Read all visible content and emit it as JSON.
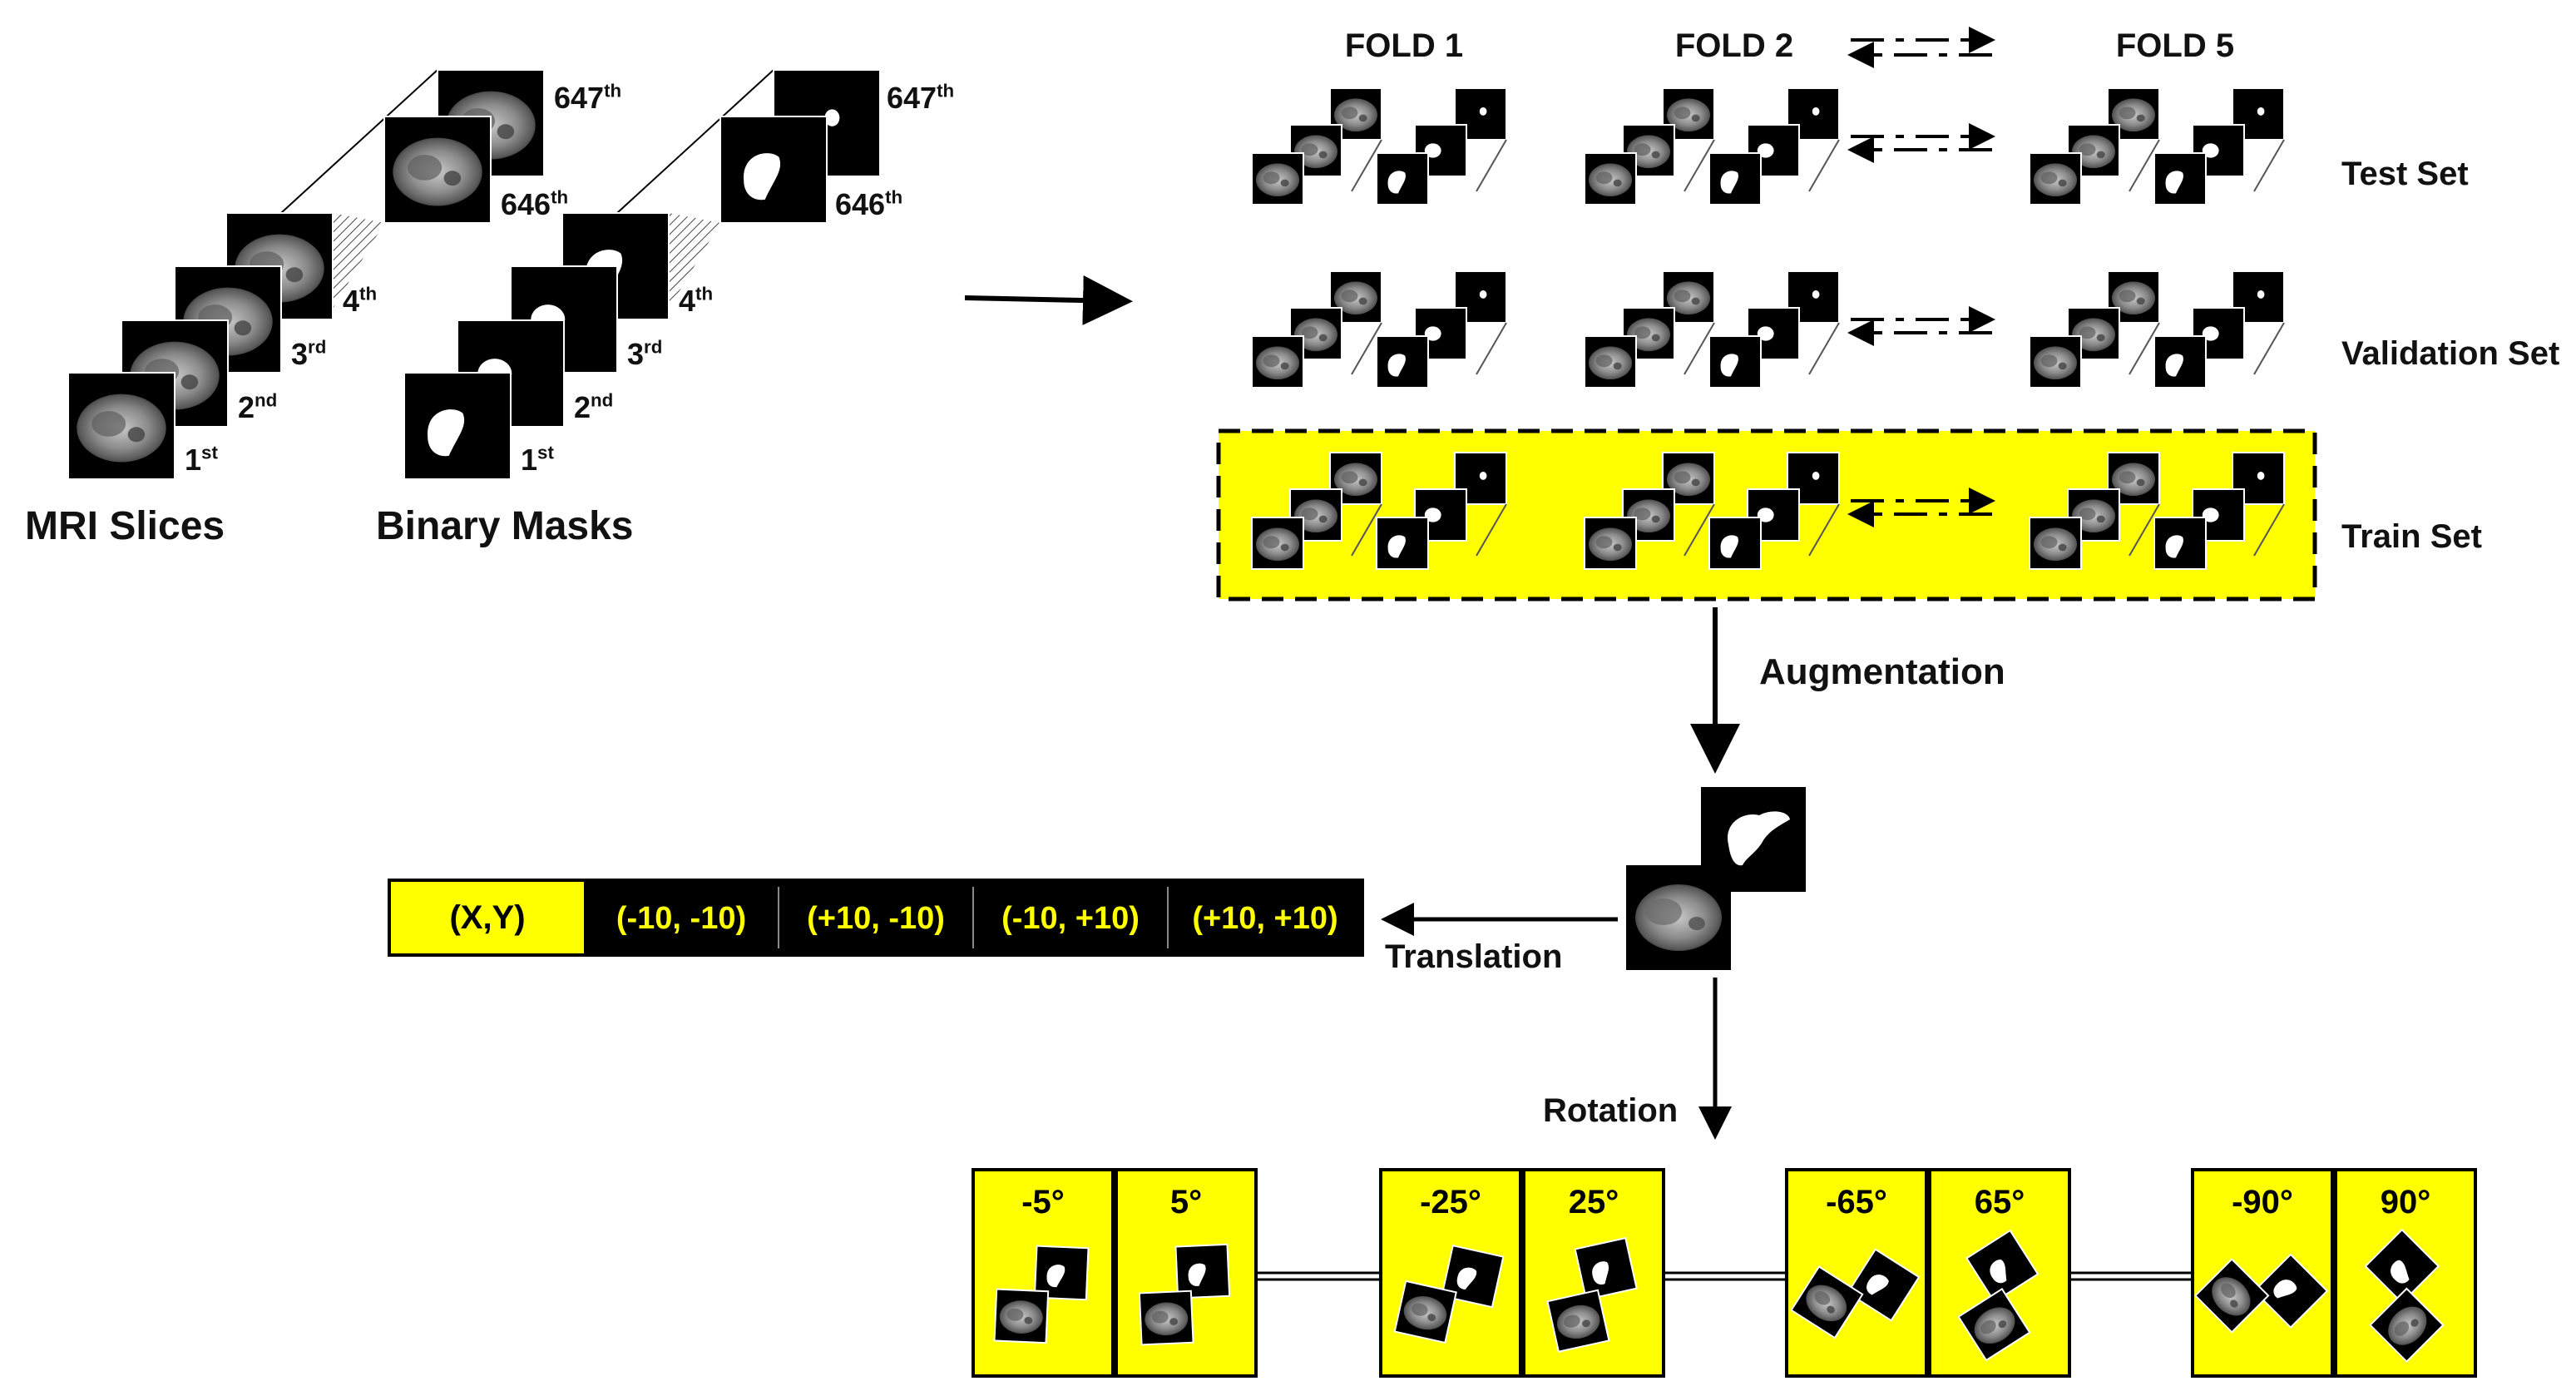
{
  "colors": {
    "highlight": "#ffff00",
    "tile": "#000000",
    "text": "#111111",
    "mri_gray": "#8a8a8a",
    "mask_white": "#ffffff"
  },
  "left": {
    "mri_label": "MRI Slices",
    "mask_label": "Binary Masks",
    "mri_slices": [
      {
        "num": "1",
        "sup": "st"
      },
      {
        "num": "2",
        "sup": "nd"
      },
      {
        "num": "3",
        "sup": "rd"
      },
      {
        "num": "4",
        "sup": "th"
      },
      {
        "num": "646",
        "sup": "th"
      },
      {
        "num": "647",
        "sup": "th"
      }
    ],
    "mask_slices": [
      {
        "num": "1",
        "sup": "st"
      },
      {
        "num": "2",
        "sup": "nd"
      },
      {
        "num": "3",
        "sup": "rd"
      },
      {
        "num": "4",
        "sup": "th"
      },
      {
        "num": "646",
        "sup": "th"
      },
      {
        "num": "647",
        "sup": "th"
      }
    ]
  },
  "folds": {
    "headers": [
      "FOLD 1",
      "FOLD 2",
      "FOLD 5"
    ],
    "sets": [
      "Test Set",
      "Validation Set",
      "Train Set"
    ]
  },
  "augmentation": {
    "label": "Augmentation",
    "translation_label": "Translation",
    "rotation_label": "Rotation",
    "translation_header": "(X,Y)",
    "translations": [
      "(-10, -10)",
      "(+10, -10)",
      "(-10, +10)",
      "(+10, +10)"
    ],
    "rotations": [
      "-5°",
      "5°",
      "-25°",
      "25°",
      "-65°",
      "65°",
      "-90°",
      "90°"
    ]
  }
}
